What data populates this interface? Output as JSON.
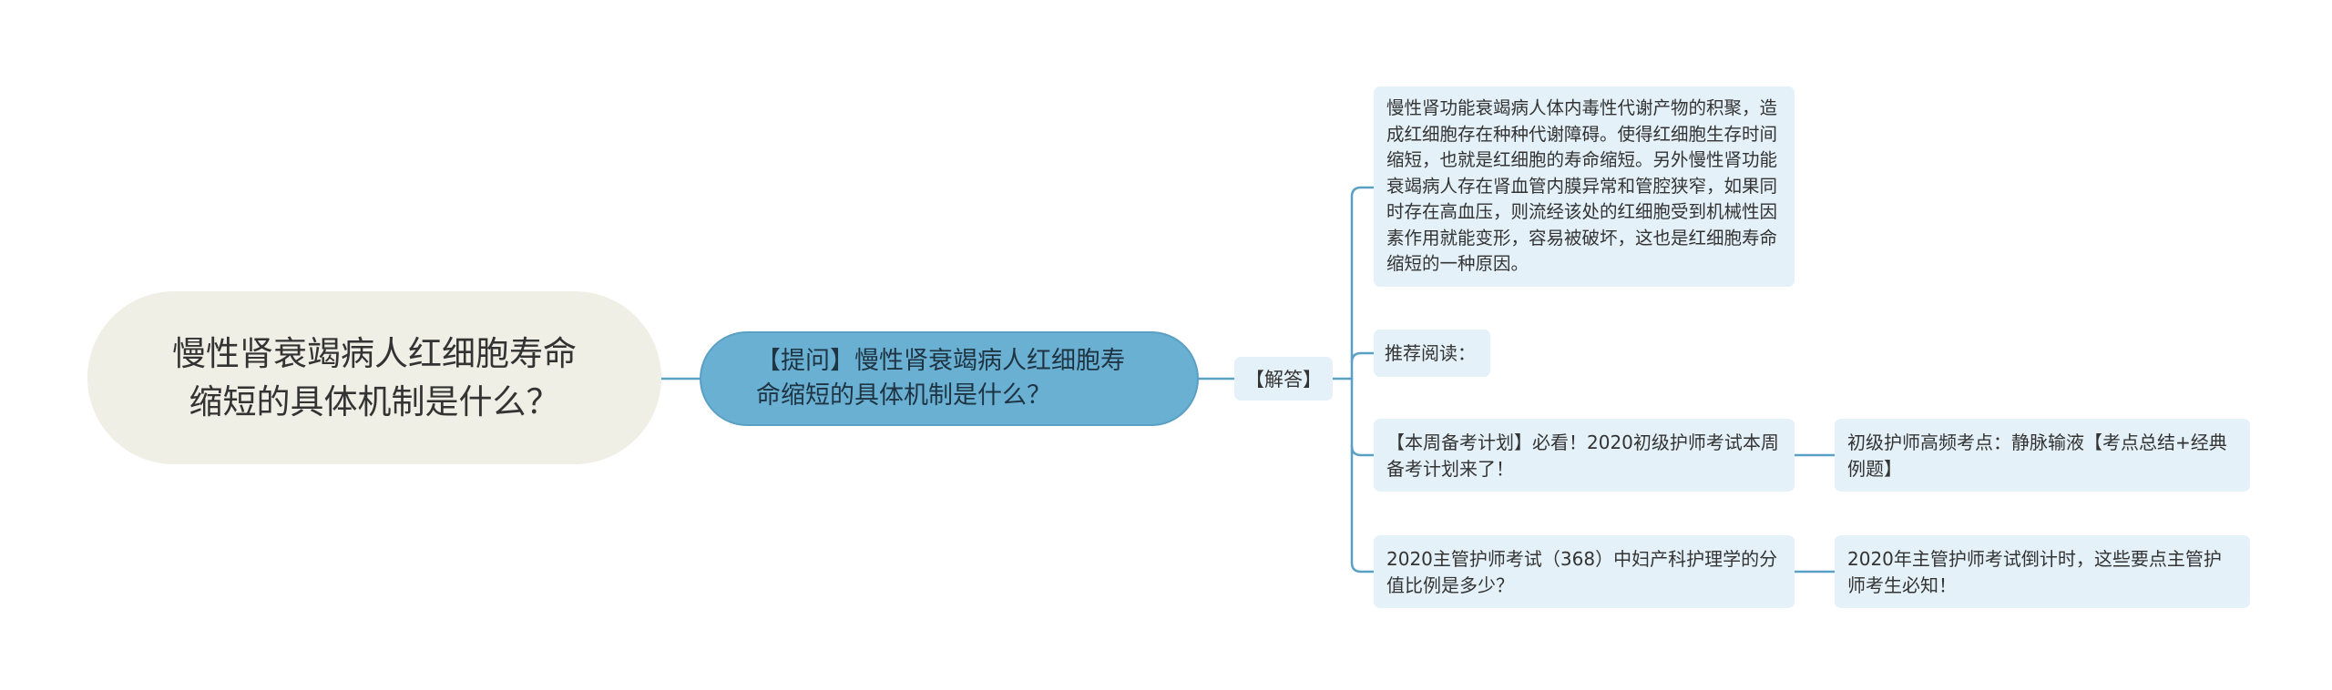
{
  "colors": {
    "root_fill": "#efefe6",
    "question_fill": "#69b0d3",
    "leaf_fill": "#e4f1f8",
    "connector": "#5aa0c4"
  },
  "root": {
    "label": "慢性肾衰竭病人红细胞寿命缩短的具体机制是什么？"
  },
  "question": {
    "label": "【提问】慢性肾衰竭病人红细胞寿命缩短的具体机制是什么？"
  },
  "answer_group": {
    "label": "【解答】",
    "children": [
      {
        "label": "慢性肾功能衰竭病人体内毒性代谢产物的积聚，造成红细胞存在种种代谢障碍。使得红细胞生存时间缩短，也就是红细胞的寿命缩短。另外慢性肾功能衰竭病人存在肾血管内膜异常和管腔狭窄，如果同时存在高血压，则流经该处的红细胞受到机械性因素作用就能变形，容易被破坏，这也是红细胞寿命缩短的一种原因。"
      },
      {
        "label": "推荐阅读："
      },
      {
        "label": "【本周备考计划】必看！2020初级护师考试本周备考计划来了！",
        "child": "初级护师高频考点：静脉输液【考点总结+经典例题】"
      },
      {
        "label": "2020主管护师考试（368）中妇产科护理学的分值比例是多少？",
        "child": "2020年主管护师考试倒计时，这些要点主管护师考生必知！"
      }
    ]
  }
}
